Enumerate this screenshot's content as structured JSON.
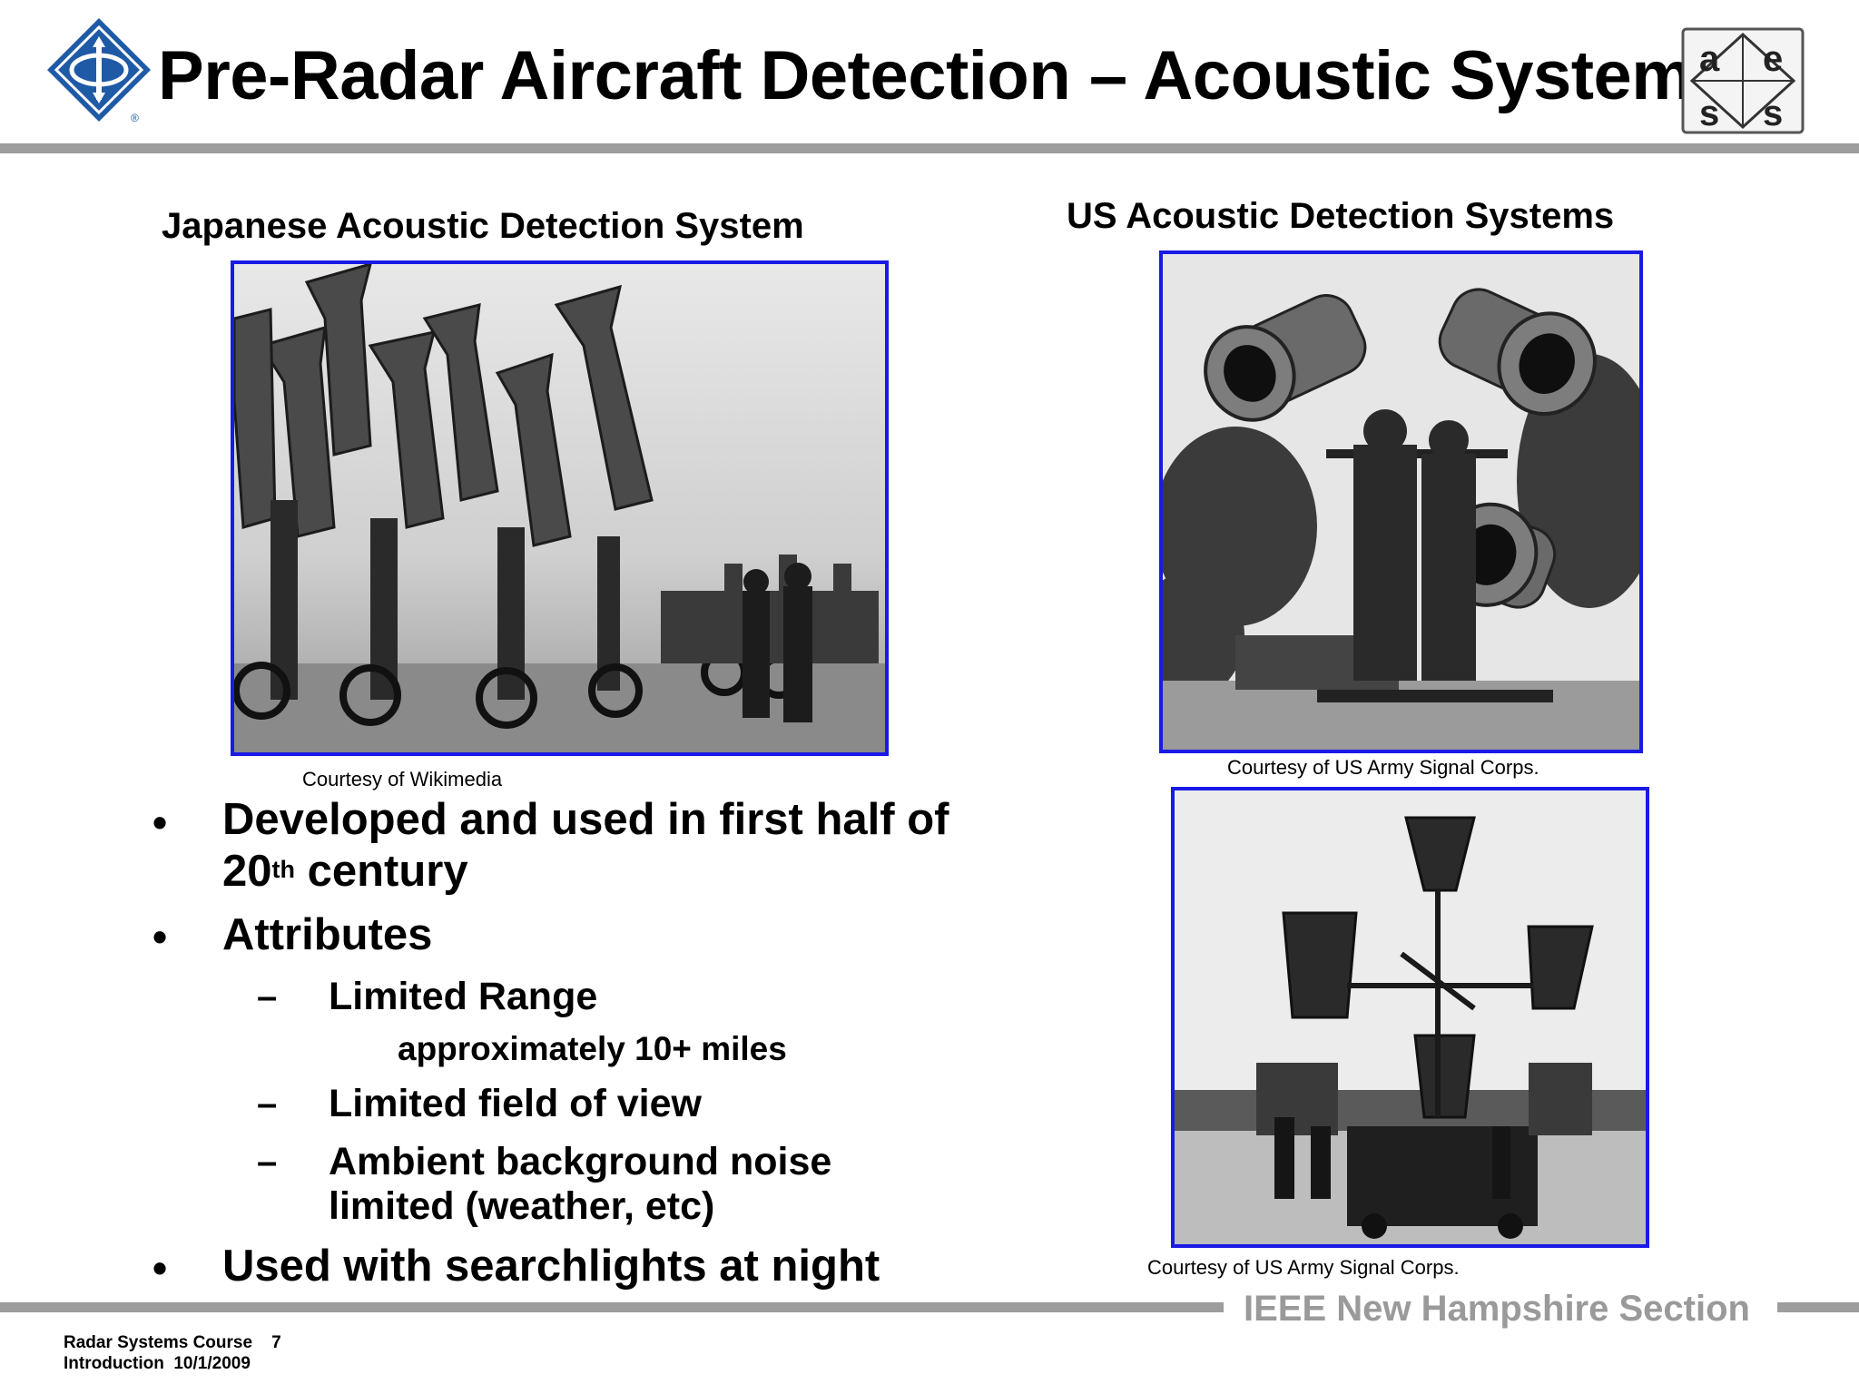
{
  "header": {
    "title": "Pre-Radar Aircraft Detection – Acoustic Systems",
    "logo_left_icon": "ieee-diamond-logo-icon",
    "logo_right_icon": "aess-logo-icon",
    "logo_right_letters": [
      "a",
      "e",
      "s",
      "s"
    ],
    "registered_mark": "®"
  },
  "left_column": {
    "heading": "Japanese Acoustic Detection System",
    "photo_credit": "Courtesy of Wikimedia",
    "bullets": [
      {
        "text": "Developed and used in first half of",
        "text_line2_prefix": "20",
        "text_line2_sup": "th",
        "text_line2_suffix": " century"
      },
      {
        "text": "Attributes"
      },
      {
        "text": "Used with searchlights at night"
      }
    ],
    "bullet_symbol": "•",
    "sub_bullets": [
      {
        "dash": "–",
        "text": "Limited Range",
        "detail": "approximately 10+ miles"
      },
      {
        "dash": "–",
        "text": "Limited field of view"
      },
      {
        "dash": "–",
        "text": "Ambient background noise",
        "text_line2": "limited (weather, etc)"
      }
    ]
  },
  "right_column": {
    "heading": "US Acoustic Detection Systems",
    "photo_credit_1": "Courtesy of US Army Signal Corps.",
    "photo_credit_2": "Courtesy of US Army Signal Corps."
  },
  "footer": {
    "section": "IEEE New Hampshire Section",
    "course_line": "Radar Systems Course    7",
    "intro_line": "Introduction  10/1/2009"
  },
  "colors": {
    "photo_border": "#1a1ae6",
    "rule_gray": "#9d9d9d",
    "ieee_blue": "#1f5aa6"
  }
}
